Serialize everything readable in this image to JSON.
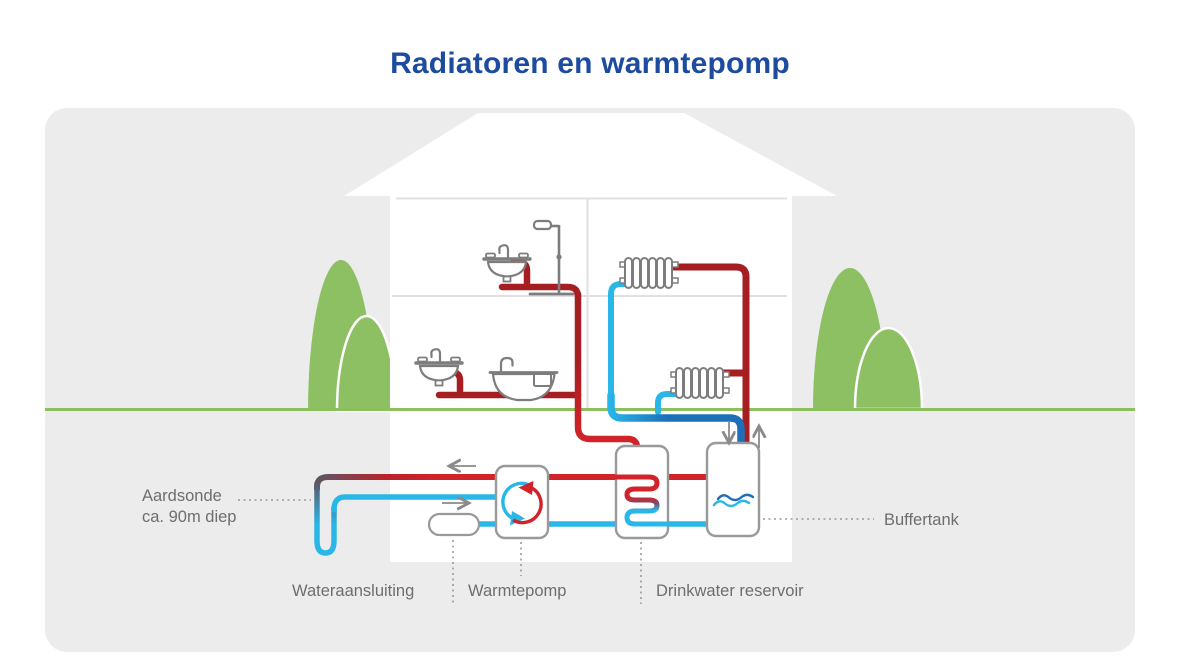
{
  "title": "Radiatoren en warmtepomp",
  "labels": {
    "aardsonde": "Aardsonde\nca. 90m diep",
    "wateraansluiting": "Wateraansluiting",
    "warmtepomp": "Warmtepomp",
    "drinkwater_reservoir": "Drinkwater reservoir",
    "buffertank": "Buffertank"
  },
  "colors": {
    "title_blue": "#1d4c9f",
    "card_bg": "#ececec",
    "house_white": "#ffffff",
    "bush_green": "#8dc063",
    "ground_green": "#8cc05e",
    "hot_red": "#d2232a",
    "dark_red": "#a51e22",
    "cold_cyan": "#29b7e8",
    "return_blue": "#1d6fb7",
    "ground_loop_gray": "#5c5565",
    "gray_label": "#6e6e6e",
    "fixture_gray": "#7d7d7d",
    "box_border_gray": "#999999"
  },
  "icons": {
    "sink-icon": "washbasin with faucet",
    "shower-icon": "shower pole with head",
    "bathtub-icon": "bathtub with faucet",
    "radiator-icon": "sectioned wall radiator",
    "heat-pump-cycle-icon": "red/cyan circular cycle arrows",
    "water-waves-icon": "blue water waves",
    "flow-arrow-icon": "gray flow direction arrow"
  }
}
